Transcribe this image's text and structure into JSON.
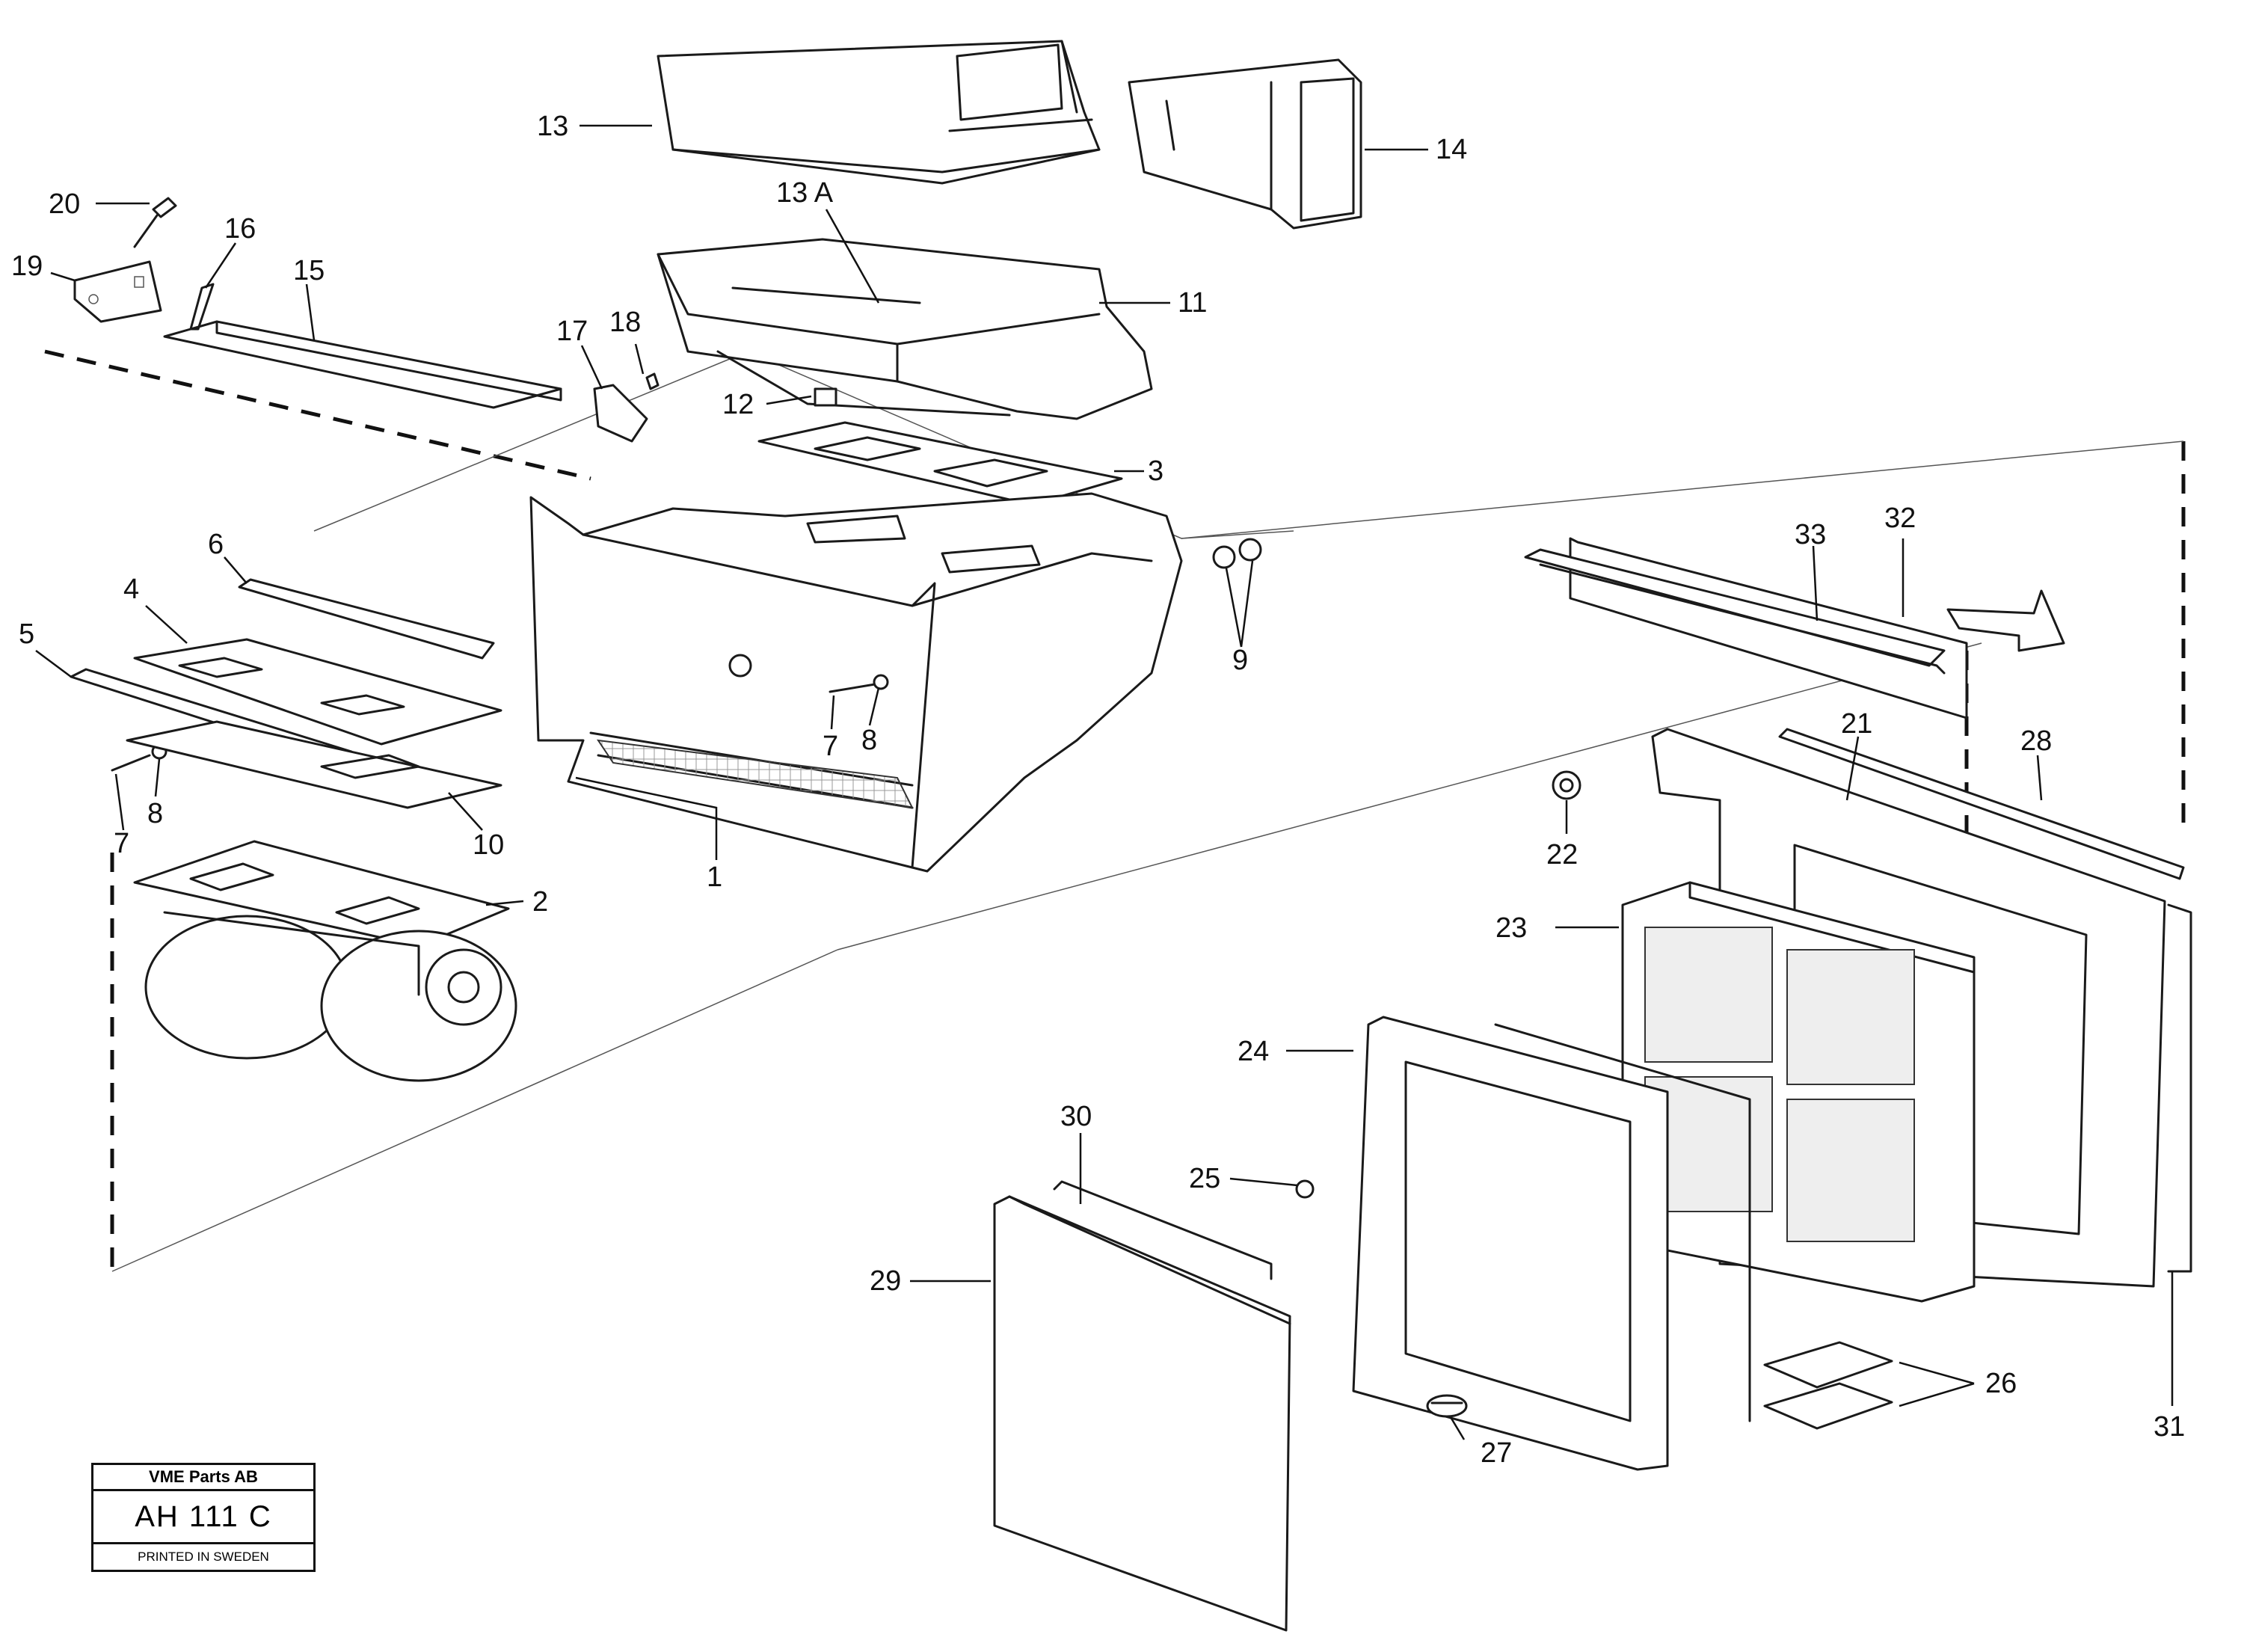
{
  "drawing": {
    "title_block": {
      "company": "VME Parts AB",
      "code": "AH 111  C",
      "printed": "PRINTED IN SWEDEN"
    },
    "callouts": [
      {
        "id": "13",
        "label": "13"
      },
      {
        "id": "14",
        "label": "14"
      },
      {
        "id": "13a",
        "label": "13 A"
      },
      {
        "id": "20",
        "label": "20"
      },
      {
        "id": "16",
        "label": "16"
      },
      {
        "id": "19",
        "label": "19"
      },
      {
        "id": "15",
        "label": "15"
      },
      {
        "id": "11",
        "label": "11"
      },
      {
        "id": "17",
        "label": "17"
      },
      {
        "id": "18",
        "label": "18"
      },
      {
        "id": "12",
        "label": "12"
      },
      {
        "id": "3",
        "label": "3"
      },
      {
        "id": "6",
        "label": "6"
      },
      {
        "id": "4",
        "label": "4"
      },
      {
        "id": "5",
        "label": "5"
      },
      {
        "id": "9",
        "label": "9"
      },
      {
        "id": "7a",
        "label": "7"
      },
      {
        "id": "8a",
        "label": "8"
      },
      {
        "id": "7b",
        "label": "7"
      },
      {
        "id": "8b",
        "label": "8"
      },
      {
        "id": "10",
        "label": "10"
      },
      {
        "id": "1",
        "label": "1"
      },
      {
        "id": "2",
        "label": "2"
      },
      {
        "id": "33",
        "label": "33"
      },
      {
        "id": "32",
        "label": "32"
      },
      {
        "id": "21",
        "label": "21"
      },
      {
        "id": "28",
        "label": "28"
      },
      {
        "id": "22",
        "label": "22"
      },
      {
        "id": "23",
        "label": "23"
      },
      {
        "id": "24",
        "label": "24"
      },
      {
        "id": "30",
        "label": "30"
      },
      {
        "id": "25",
        "label": "25"
      },
      {
        "id": "29",
        "label": "29"
      },
      {
        "id": "26",
        "label": "26"
      },
      {
        "id": "27",
        "label": "27"
      },
      {
        "id": "31",
        "label": "31"
      }
    ]
  }
}
